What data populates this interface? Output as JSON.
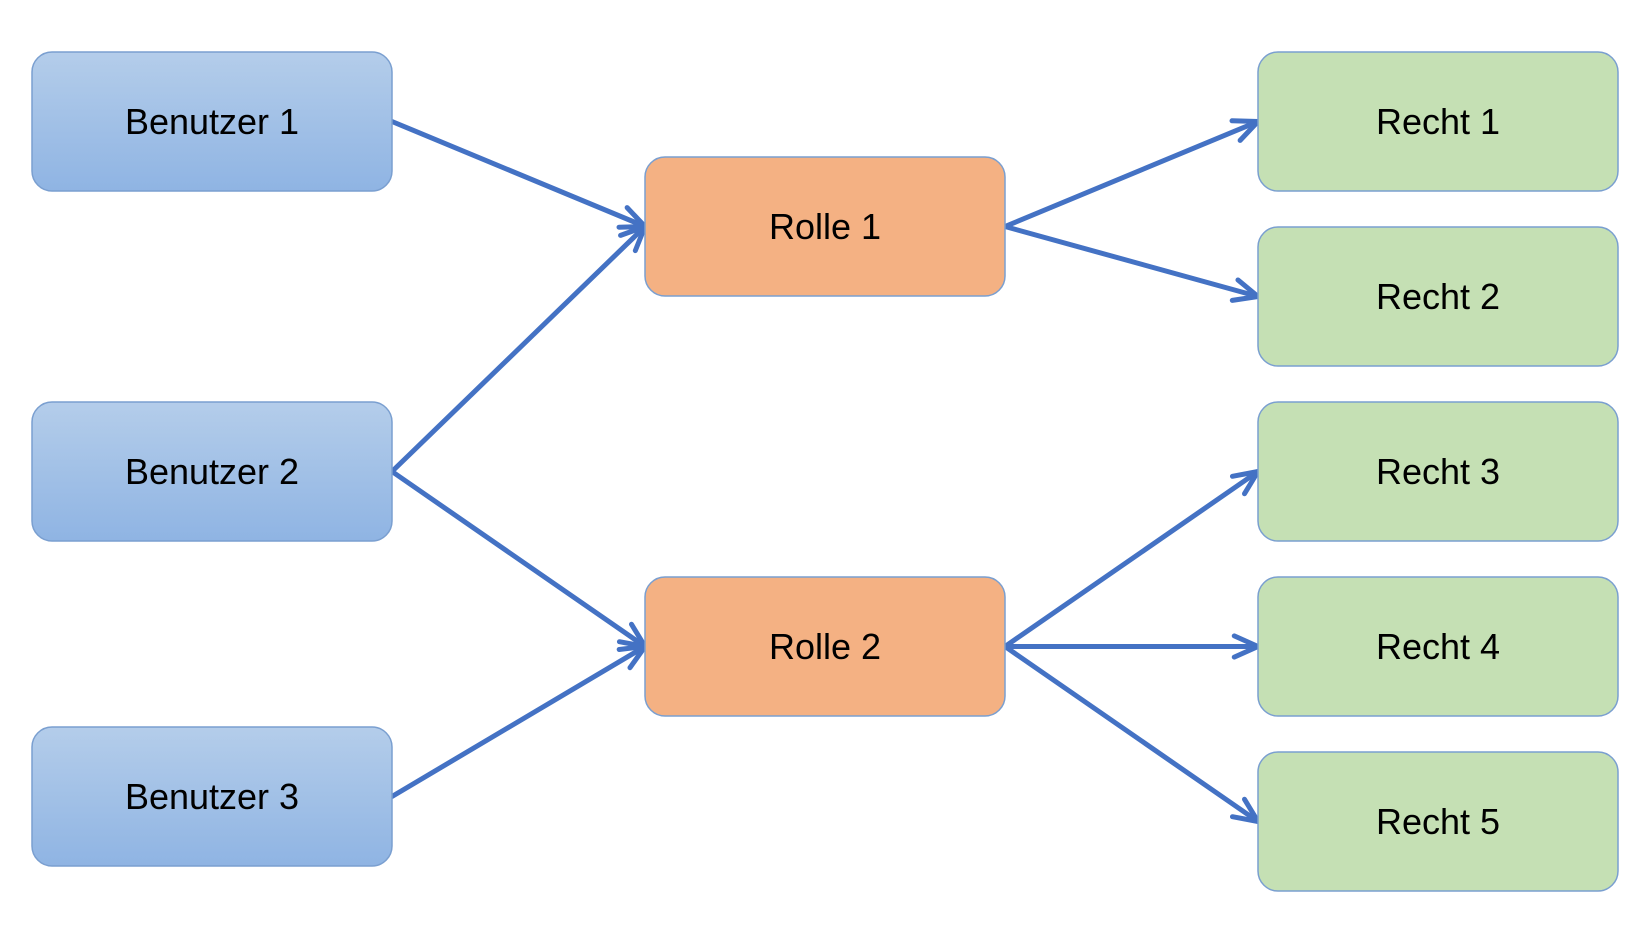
{
  "diagram": {
    "users": [
      {
        "id": "u1",
        "label": "Benutzer 1"
      },
      {
        "id": "u2",
        "label": "Benutzer 2"
      },
      {
        "id": "u3",
        "label": "Benutzer 3"
      }
    ],
    "roles": [
      {
        "id": "r1",
        "label": "Rolle 1"
      },
      {
        "id": "r2",
        "label": "Rolle 2"
      }
    ],
    "rights": [
      {
        "id": "p1",
        "label": "Recht 1"
      },
      {
        "id": "p2",
        "label": "Recht 2"
      },
      {
        "id": "p3",
        "label": "Recht 3"
      },
      {
        "id": "p4",
        "label": "Recht 4"
      },
      {
        "id": "p5",
        "label": "Recht 5"
      }
    ],
    "edges": [
      {
        "from": "u1",
        "to": "r1"
      },
      {
        "from": "u2",
        "to": "r1"
      },
      {
        "from": "u2",
        "to": "r2"
      },
      {
        "from": "u3",
        "to": "r2"
      },
      {
        "from": "r1",
        "to": "p1"
      },
      {
        "from": "r1",
        "to": "p2"
      },
      {
        "from": "r2",
        "to": "p3"
      },
      {
        "from": "r2",
        "to": "p4"
      },
      {
        "from": "r2",
        "to": "p5"
      }
    ]
  },
  "colors": {
    "user_fill_top": "#b4cdea",
    "user_fill_bottom": "#8fb4e3",
    "user_stroke": "#7a9fd0",
    "role_fill": "#f4b183",
    "role_stroke": "#7a9fd0",
    "right_fill": "#c5e0b4",
    "right_stroke": "#7a9fd0",
    "arrow": "#4472c4",
    "text": "#000000"
  }
}
